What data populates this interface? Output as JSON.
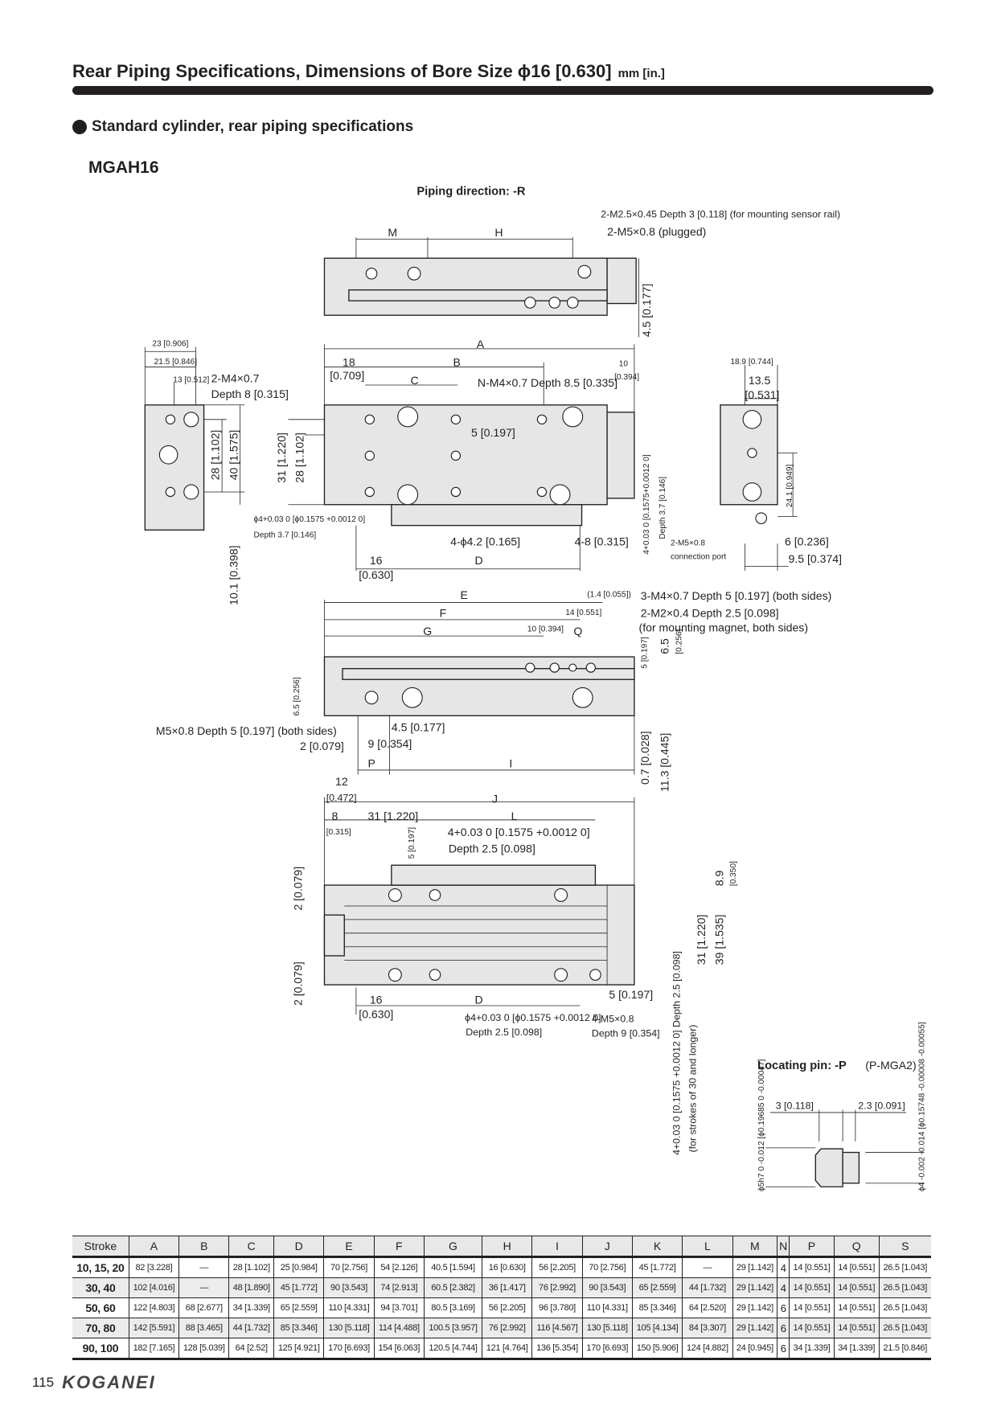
{
  "header": {
    "title": "Rear Piping Specifications, Dimensions of Bore Size ϕ16 [0.630]",
    "unit": "mm [in.]"
  },
  "section": {
    "title": "Standard cylinder, rear piping specifications"
  },
  "model": "MGAH16",
  "drawing": {
    "piping_direction": "Piping direction: -R",
    "top": [
      "M",
      "H",
      "2-M2.5×0.45 Depth 3 [0.118] (for mounting sensor rail)",
      "2-M5×0.8 (plugged)",
      "4.5 [0.177]"
    ],
    "left": [
      "23 [0.906]",
      "21.5 [0.846]",
      "13 [0.512]",
      "2-M4×0.7",
      "Depth 8 [0.315]",
      "28 [1.102]",
      "40 [1.575]",
      "10.1 [0.398]"
    ],
    "front": [
      "A",
      "18",
      "[0.709]",
      "B",
      "10",
      "[0.394]",
      "C",
      "N-M4×0.7 Depth 8.5 [0.335]",
      "5 [0.197]",
      "31 [1.220]",
      "28 [1.102]",
      "ϕ4+0.03 0 [ϕ0.1575 +0.0012 0]",
      "Depth 3.7 [0.146]",
      "4-ϕ4.2 [0.165]",
      "4-8 [0.315]",
      "16",
      "[0.630]",
      "D",
      "4+0.03 0 [0.1575+0.0012 0]",
      "Depth 3.7 [0.146]"
    ],
    "right": [
      "18.9 [0.744]",
      "13.5",
      "[0.531]",
      "24.1 [0.949]",
      "2-M5×0.8",
      "connection port",
      "6 [0.236]",
      "9.5 [0.374]"
    ],
    "side": [
      "E",
      "F",
      "G",
      "(1.4 [0.055])",
      "14 [0.551]",
      "10 [0.394]",
      "Q",
      "3-M4×0.7 Depth 5 [0.197] (both sides)",
      "2-M2×0.4 Depth 2.5 [0.098]",
      "(for mounting magnet, both sides)",
      "5 [0.197]",
      "6.5",
      "[0.256]",
      "6.5 [0.256]",
      "M5×0.8 Depth 5 [0.197] (both sides)",
      "2 [0.079]",
      "4.5 [0.177]",
      "9 [0.354]",
      "P",
      "I",
      "0.7 [0.028]",
      "11.3 [0.445]"
    ],
    "bottom": [
      "12",
      "[0.472]",
      "J",
      "8",
      "[0.315]",
      "31 [1.220]",
      "L",
      "4+0.03 0 [0.1575 +0.0012 0]",
      "Depth 2.5 [0.098]",
      "5 [0.197]",
      "8.9",
      "[0.350]",
      "2 [0.079]",
      "31 [1.220]",
      "39 [1.535]",
      "2 [0.079]",
      "16",
      "[0.630]",
      "D",
      "ϕ4+0.03 0 [ϕ0.1575 +0.0012 0]",
      "Depth 2.5 [0.098]",
      "4-M5×0.8",
      "Depth 9 [0.354]",
      "5 [0.197]",
      "4+0.03 0 [0.1575 +0.0012 0] Depth 2.5 [0.098]",
      "(for strokes of 30 and longer)"
    ],
    "pin": [
      "Locating pin: -P",
      "(P-MGA2)",
      "3 [0.118]",
      "2.3 [0.091]",
      "ϕ5h7 0 -0.012 [ϕ0.19685 0 -0.00047]",
      "ϕ4 -0.002 -0.014 [ϕ0.15748 -0.00008 -0.00055]"
    ]
  },
  "table": {
    "headers": [
      "Stroke",
      "A",
      "B",
      "C",
      "D",
      "E",
      "F",
      "G",
      "H",
      "I",
      "J",
      "K",
      "L",
      "M",
      "N",
      "P",
      "Q",
      "S"
    ],
    "rows": [
      [
        "10, 15, 20",
        "82 [3.228]",
        "—",
        "28 [1.102]",
        "25 [0.984]",
        "70 [2.756]",
        "54 [2.126]",
        "40.5 [1.594]",
        "16 [0.630]",
        "56 [2.205]",
        "70 [2.756]",
        "45 [1.772]",
        "—",
        "29 [1.142]",
        "4",
        "14 [0.551]",
        "14 [0.551]",
        "26.5 [1.043]"
      ],
      [
        "30, 40",
        "102 [4.016]",
        "—",
        "48 [1.890]",
        "45 [1.772]",
        "90 [3.543]",
        "74 [2.913]",
        "60.5 [2.382]",
        "36 [1.417]",
        "76 [2.992]",
        "90 [3.543]",
        "65 [2.559]",
        "44 [1.732]",
        "29 [1.142]",
        "4",
        "14 [0.551]",
        "14 [0.551]",
        "26.5 [1.043]"
      ],
      [
        "50, 60",
        "122 [4.803]",
        "68 [2.677]",
        "34 [1.339]",
        "65 [2.559]",
        "110 [4.331]",
        "94 [3.701]",
        "80.5 [3.169]",
        "56 [2.205]",
        "96 [3.780]",
        "110 [4.331]",
        "85 [3.346]",
        "64 [2.520]",
        "29 [1.142]",
        "6",
        "14 [0.551]",
        "14 [0.551]",
        "26.5 [1.043]"
      ],
      [
        "70, 80",
        "142 [5.591]",
        "88 [3.465]",
        "44 [1.732]",
        "85 [3.346]",
        "130 [5.118]",
        "114 [4.488]",
        "100.5 [3.957]",
        "76 [2.992]",
        "116 [4.567]",
        "130 [5.118]",
        "105 [4.134]",
        "84 [3.307]",
        "29 [1.142]",
        "6",
        "14 [0.551]",
        "14 [0.551]",
        "26.5 [1.043]"
      ],
      [
        "90, 100",
        "182 [7.165]",
        "128 [5.039]",
        "64 [2.52]",
        "125 [4.921]",
        "170 [6.693]",
        "154 [6.063]",
        "120.5 [4.744]",
        "121 [4.764]",
        "136 [5.354]",
        "170 [6.693]",
        "150 [5.906]",
        "124 [4.882]",
        "24 [0.945]",
        "6",
        "34 [1.339]",
        "34 [1.339]",
        "21.5 [0.846]"
      ]
    ]
  },
  "footer": {
    "page": "115",
    "brand": "KOGANEI"
  }
}
